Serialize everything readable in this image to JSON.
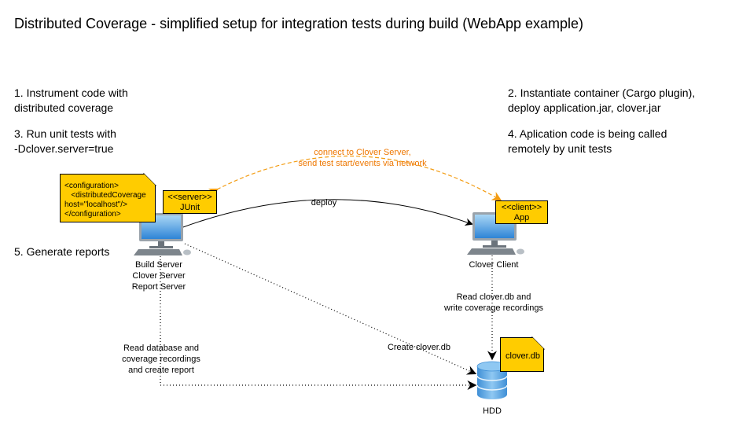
{
  "title": "Distributed Coverage - simplified setup for integration tests during build (WebApp example)",
  "steps": {
    "step1": [
      "1. Instrument code with",
      "distributed coverage"
    ],
    "step2": [
      "2. Instantiate container (Cargo plugin),",
      "deploy application.jar, clover.jar"
    ],
    "step3": [
      "3. Run unit tests with",
      "-Dclover.server=true"
    ],
    "step4": [
      "4. Aplication code is being called",
      "remotely by unit tests"
    ],
    "step5": "5. Generate reports"
  },
  "config_note": [
    "<configuration>",
    "   <distributedCoverage",
    "host=\"localhost\"/>",
    "</configuration>"
  ],
  "server_box": {
    "stereotype": "<<server>>",
    "name": "JUnit"
  },
  "client_box": {
    "stereotype": "<<client>>",
    "name": "App"
  },
  "nodes": {
    "build_server": [
      "Build Server",
      "Clover Server",
      "Report Server"
    ],
    "clover_client": "Clover Client",
    "hdd": "HDD"
  },
  "db_note": "clover.db",
  "edges": {
    "network": [
      "connect to Clover Server,",
      "send test start/events via network"
    ],
    "deploy": "deploy",
    "read_write": [
      "Read clover.db and",
      "write coverage recordings"
    ],
    "create_db": "Create clover.db",
    "report": [
      "Read database and",
      "coverage recordings",
      "and create report"
    ]
  },
  "colors": {
    "note": "#ffcc00",
    "network_arrow": "#f39c12",
    "network_text": "#ee7700",
    "monitor": "#4a9be0",
    "db": "#5aa5e0"
  }
}
